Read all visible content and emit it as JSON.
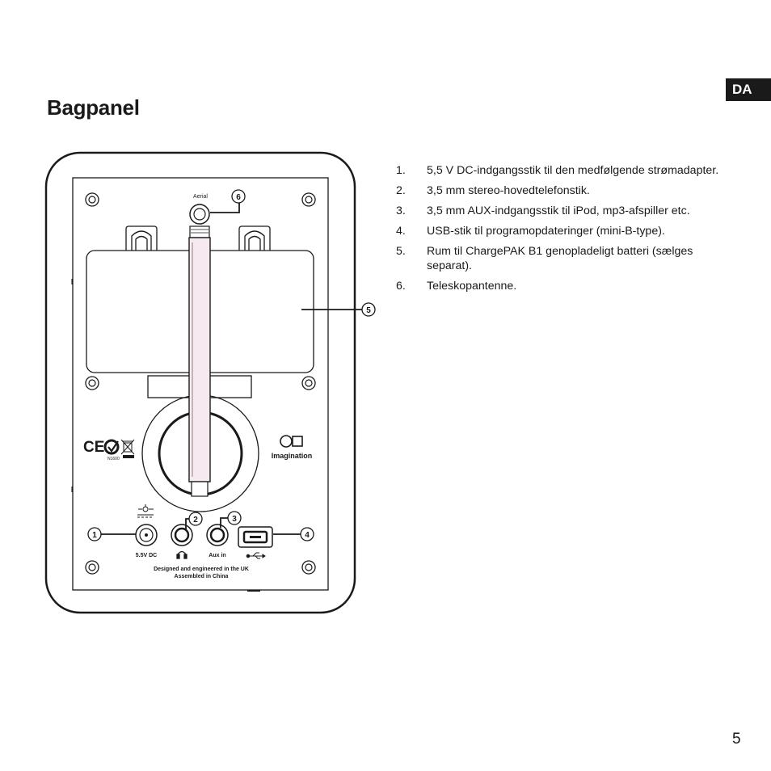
{
  "page": {
    "title": "Bagpanel",
    "language_tab": "DA",
    "page_number": "5"
  },
  "items": [
    {
      "num": "1.",
      "text": "5,5 V DC-indgangsstik til den medfølgende strømadapter."
    },
    {
      "num": "2.",
      "text": "3,5 mm stereo-hovedtelefonstik."
    },
    {
      "num": "3.",
      "text": "3,5 mm AUX-indgangsstik til iPod, mp3-afspiller etc."
    },
    {
      "num": "4.",
      "text": "USB-stik til programopdateringer (mini-B-type)."
    },
    {
      "num": "5.",
      "text": "Rum til ChargePAK B1 genopladeligt batteri (sælges separat)."
    },
    {
      "num": "6.",
      "text": "Teleskopantenne."
    }
  ],
  "diagram": {
    "aerial_label": "Aerial",
    "dc_label": "5.5V DC",
    "aux_label": "Aux in",
    "cert_code": "N1600",
    "brand": "Imagination",
    "footer_line1": "Designed and engineered in the UK",
    "footer_line2": "Assembled in China",
    "callouts": [
      "1",
      "2",
      "3",
      "4",
      "5",
      "6"
    ]
  }
}
